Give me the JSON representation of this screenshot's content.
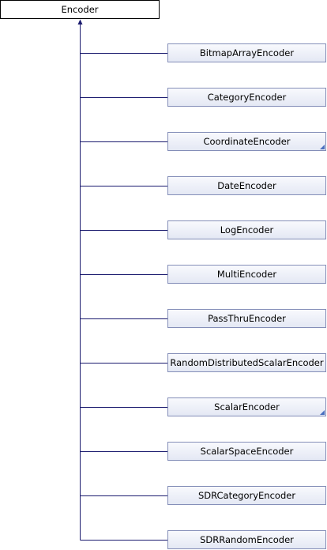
{
  "diagram": {
    "root": {
      "label": "Encoder"
    },
    "children": [
      {
        "label": "BitmapArrayEncoder",
        "has_more": false
      },
      {
        "label": "CategoryEncoder",
        "has_more": false
      },
      {
        "label": "CoordinateEncoder",
        "has_more": true
      },
      {
        "label": "DateEncoder",
        "has_more": false
      },
      {
        "label": "LogEncoder",
        "has_more": false
      },
      {
        "label": "MultiEncoder",
        "has_more": false
      },
      {
        "label": "PassThruEncoder",
        "has_more": false
      },
      {
        "label": "RandomDistributedScalarEncoder",
        "has_more": false
      },
      {
        "label": "ScalarEncoder",
        "has_more": true
      },
      {
        "label": "ScalarSpaceEncoder",
        "has_more": false
      },
      {
        "label": "SDRCategoryEncoder",
        "has_more": false
      },
      {
        "label": "SDRRandomEncoder",
        "has_more": false
      }
    ]
  },
  "colors": {
    "connector": "#1a1a6e",
    "child_border": "#848eb8",
    "child_fill_top": "#f8f9fd",
    "child_fill_bottom": "#e4e8f4",
    "more_marker": "#4a6fbf"
  }
}
